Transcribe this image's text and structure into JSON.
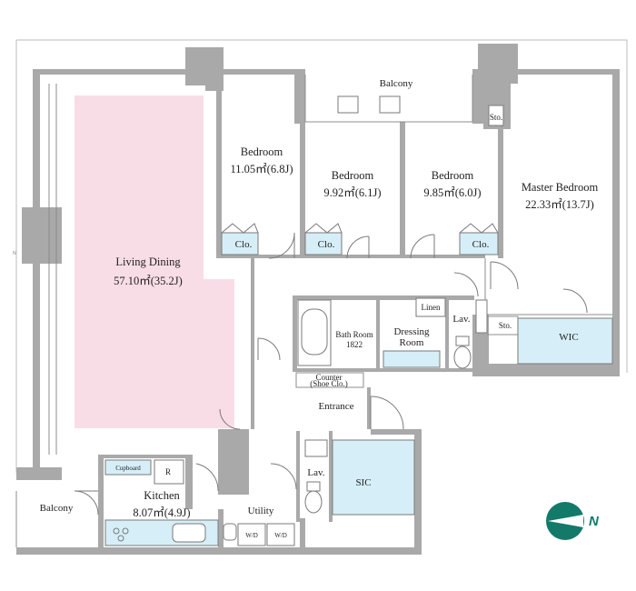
{
  "colors": {
    "wall": "#a9a9a9",
    "living_highlight": "#f9dde6",
    "fixture_fill": "#d6eef7",
    "compass": "#137a6a",
    "line": "#7a7a7a"
  },
  "rooms": {
    "living": {
      "name": "Living Dining",
      "area": "57.10㎡(35.2J)"
    },
    "bedroom1": {
      "name": "Bedroom",
      "area": "11.05㎡(6.8J)"
    },
    "bedroom2": {
      "name": "Bedroom",
      "area": "9.92㎡(6.1J)"
    },
    "bedroom3": {
      "name": "Bedroom",
      "area": "9.85㎡(6.0J)"
    },
    "master": {
      "name": "Master Bedroom",
      "area": "22.33㎡(13.7J)"
    },
    "kitchen": {
      "name": "Kitchen",
      "area": "8.07㎡(4.9J)"
    }
  },
  "labels": {
    "balcony_top": "Balcony",
    "balcony_left": "Balcony",
    "clo1": "Clo.",
    "clo2": "Clo.",
    "clo3": "Clo.",
    "sto_top": "Sto.",
    "sto_mid": "Sto.",
    "wic": "WIC",
    "linen": "Linen",
    "lav_top": "Lav.",
    "lav_bottom": "Lav.",
    "bath_line1": "Bath Room",
    "bath_line2": "1822",
    "dressing_line1": "Dressing",
    "dressing_line2": "Room",
    "counter_line1": "Counter",
    "counter_line2": "(Shoe Clo.)",
    "entrance": "Entrance",
    "sic": "SIC",
    "utility": "Utility",
    "cupboard": "Cupboard",
    "refrigerator": "R",
    "wd1": "W/D",
    "wd2": "W/D",
    "compass": "N"
  }
}
